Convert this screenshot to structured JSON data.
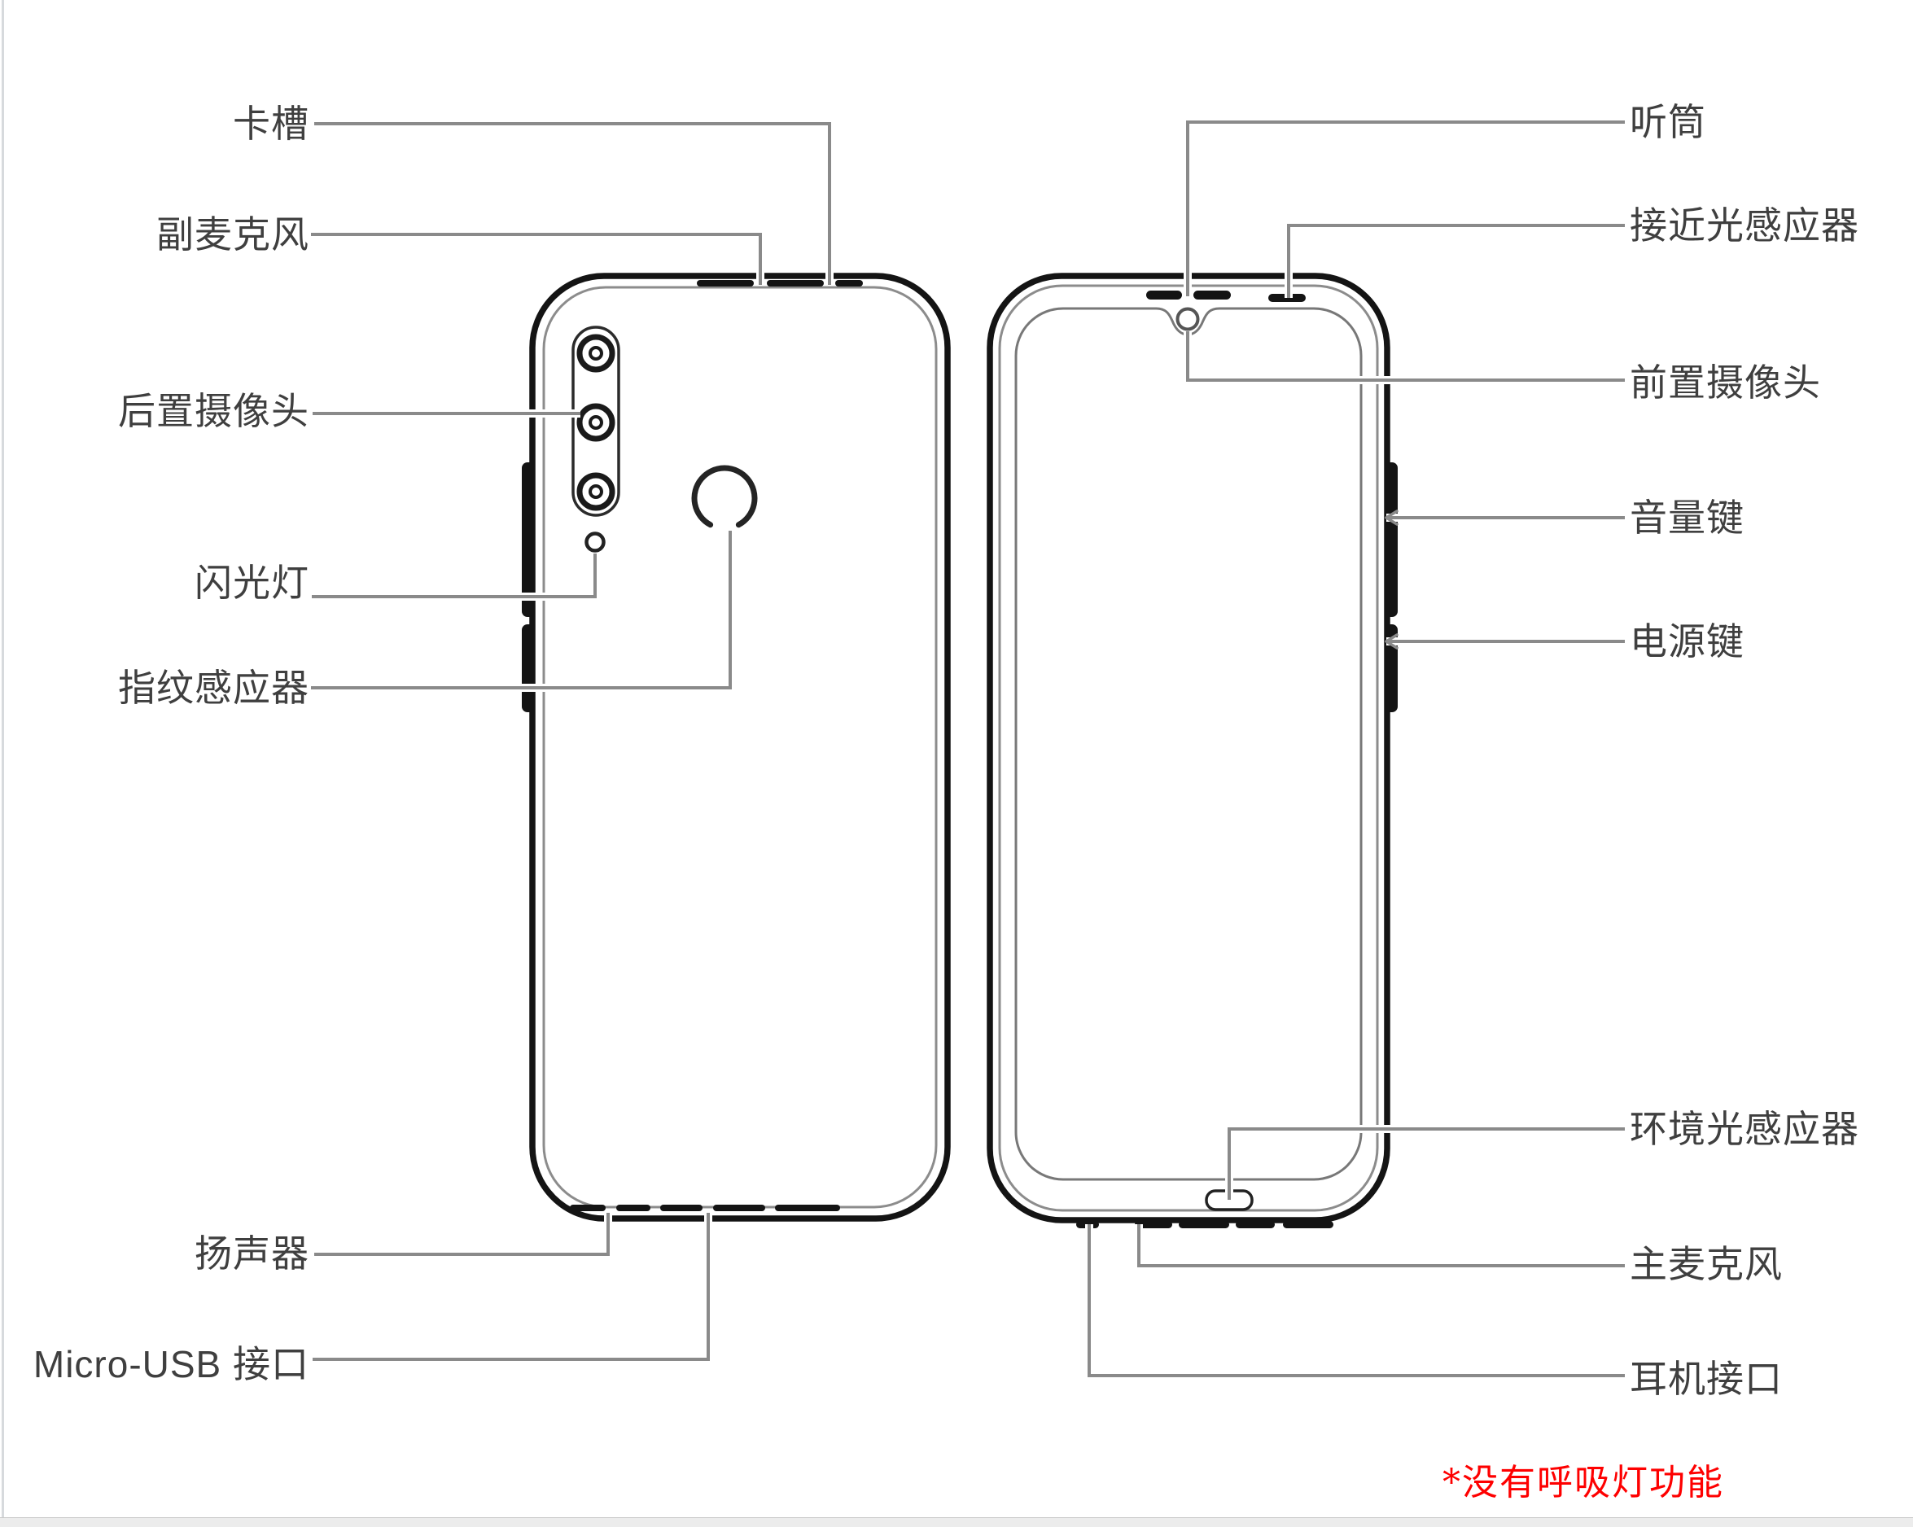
{
  "back_view": {
    "labels": [
      {
        "id": "card-slot",
        "text": "卡槽"
      },
      {
        "id": "secondary-mic",
        "text": "副麦克风"
      },
      {
        "id": "rear-camera",
        "text": "后置摄像头"
      },
      {
        "id": "flash",
        "text": "闪光灯"
      },
      {
        "id": "fingerprint-sensor",
        "text": "指纹感应器"
      },
      {
        "id": "speaker",
        "text": "扬声器"
      },
      {
        "id": "micro-usb-port",
        "text": "Micro-USB 接口"
      }
    ]
  },
  "front_view": {
    "labels": [
      {
        "id": "earpiece",
        "text": "听筒"
      },
      {
        "id": "proximity-sensor",
        "text": "接近光感应器"
      },
      {
        "id": "front-camera",
        "text": "前置摄像头"
      },
      {
        "id": "volume-key",
        "text": "音量键"
      },
      {
        "id": "power-key",
        "text": "电源键"
      },
      {
        "id": "ambient-light-sensor",
        "text": "环境光感应器"
      },
      {
        "id": "main-mic",
        "text": "主麦克风"
      },
      {
        "id": "headphone-jack",
        "text": "耳机接口"
      }
    ]
  },
  "footnote": {
    "text": "*没有呼吸灯功能",
    "color": "#fe0000"
  },
  "colors": {
    "leader_line": "#8a8a8a",
    "phone_outline": "#141414",
    "label_text": "#3f3f3f"
  }
}
